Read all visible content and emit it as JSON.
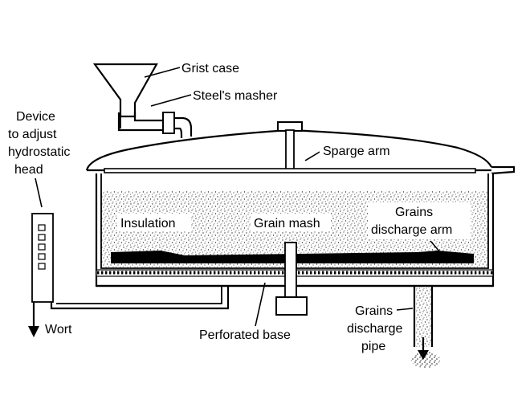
{
  "labels": {
    "grist_case": "Grist case",
    "steels_masher": "Steel's masher",
    "device_line1": "Device",
    "device_line2": "to adjust",
    "device_line3": "hydrostatic",
    "device_line4": "head",
    "sparge_arm": "Sparge arm",
    "insulation": "Insulation",
    "grain_mash": "Grain mash",
    "grains_discharge_arm_line1": "Grains",
    "grains_discharge_arm_line2": "discharge arm",
    "wort": "Wort",
    "perforated_base": "Perforated base",
    "grains_discharge_pipe_line1": "Grains",
    "grains_discharge_pipe_line2": "discharge",
    "grains_discharge_pipe_line3": "pipe"
  },
  "colors": {
    "ink": "#000000",
    "background": "#ffffff",
    "speckle": "#333333"
  }
}
